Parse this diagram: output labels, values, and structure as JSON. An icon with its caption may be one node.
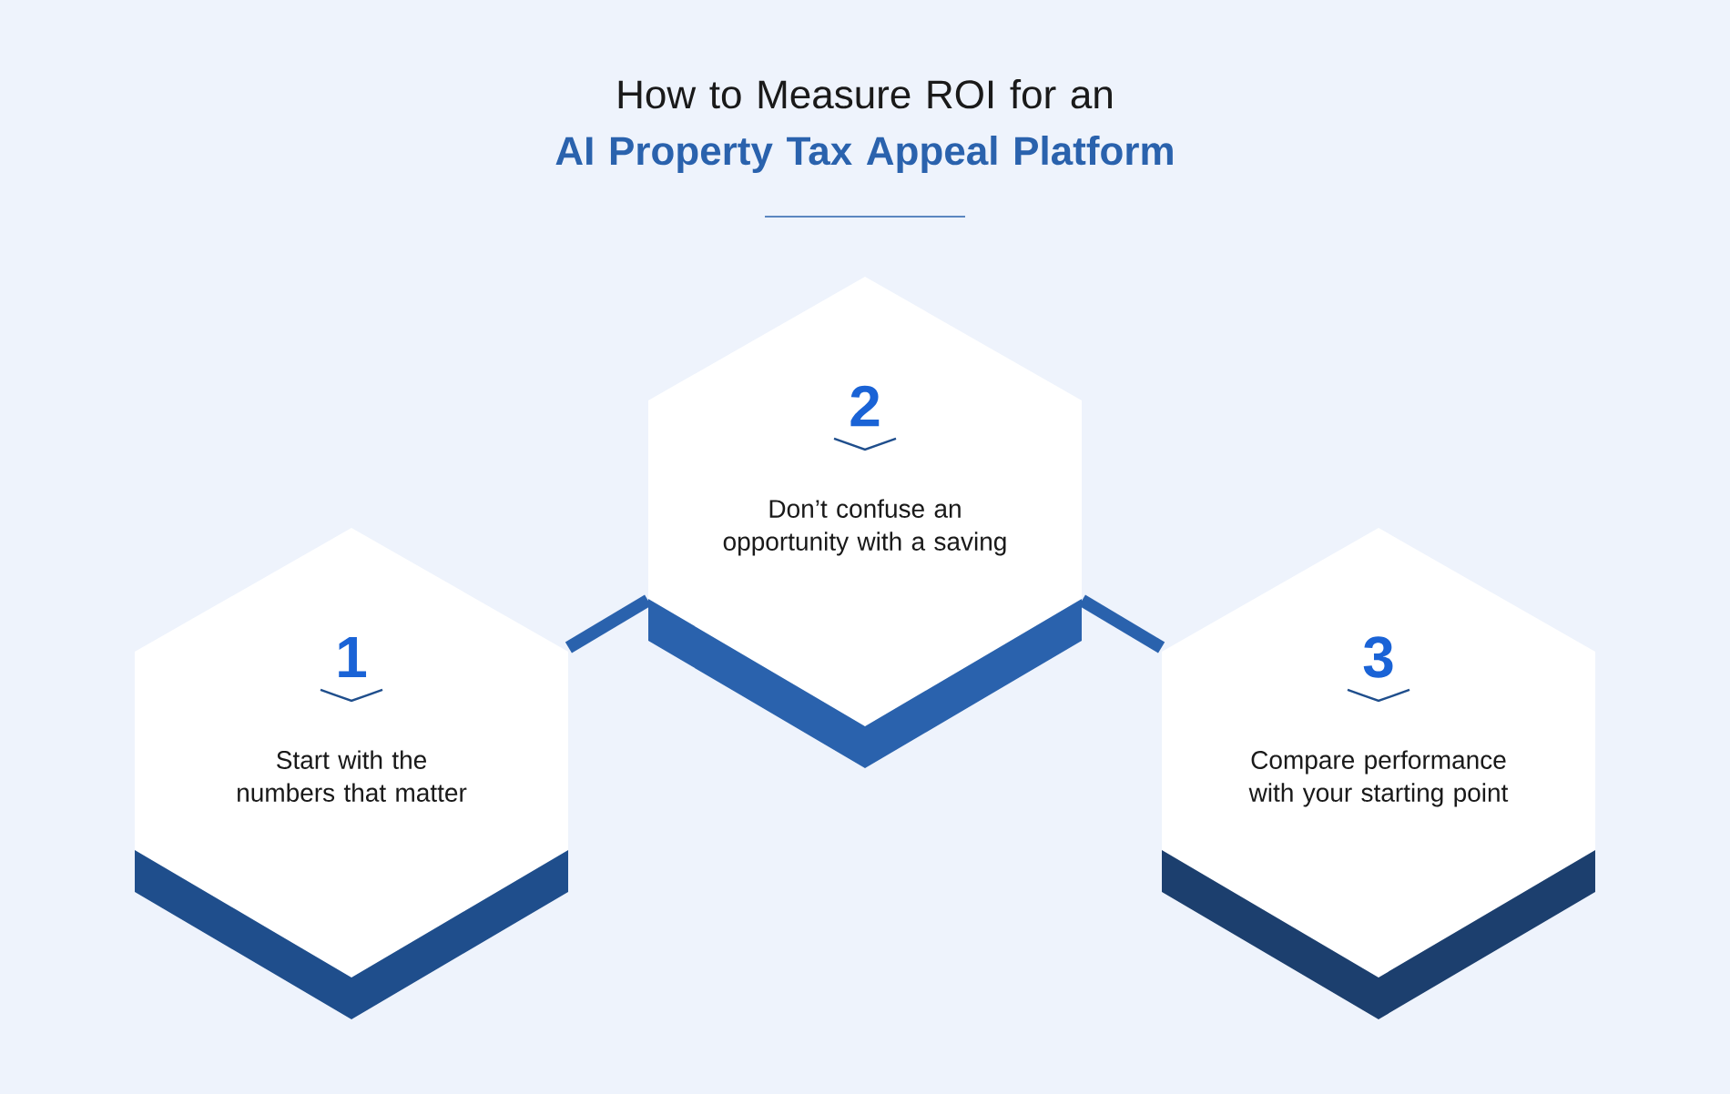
{
  "diagram": {
    "title": "How to Measure ROI for an **AI Property Tax Appeal Platform**",
    "nodes": [
      {
        "text": [
          "1",
          "Start with the numbers that matter"
        ]
      },
      {
        "text": [
          "2",
          "Don’t confuse an opportunity with a saving"
        ]
      },
      {
        "text": [
          "3",
          "Compare performance with your starting point"
        ]
      }
    ],
    "edges": [
      {
        "from": 0,
        "to": 1,
        "arrow": "none"
      },
      {
        "from": 1,
        "to": 2,
        "arrow": "none"
      }
    ]
  }
}
